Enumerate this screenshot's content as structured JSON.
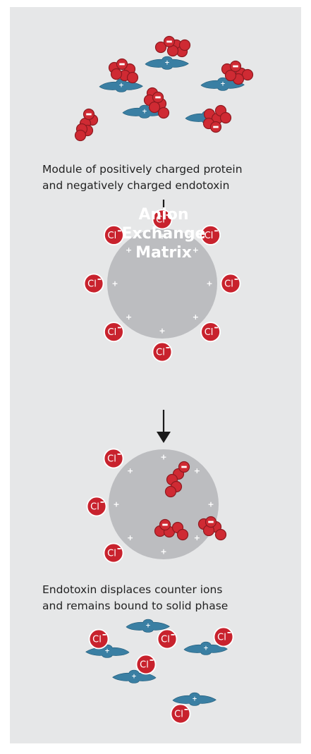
{
  "captions": {
    "step1": [
      "Module of positively charged protein",
      "and negatively charged endotoxin"
    ],
    "step3": [
      "Endotoxin displaces counter ions",
      "and remains bound to solid phase"
    ]
  },
  "matrix_label": [
    "Anion",
    "Exchange",
    "Matrix"
  ],
  "symbols": {
    "chloride": "Cl",
    "plus": "+",
    "minus": "−"
  },
  "colors": {
    "background": "#e6e7e8",
    "protein": "#3a7fa3",
    "protein_stroke": "#24607f",
    "endotoxin": "#cf2a33",
    "endotoxin_stroke": "#8e1a20",
    "chloride": "#c8222d",
    "matrix": "#bcbdc0",
    "arrow": "#1a1a1a"
  },
  "icons": [
    "protein-shape",
    "endotoxin-cluster",
    "chloride-ion",
    "anion-exchange-bead",
    "down-arrow"
  ]
}
